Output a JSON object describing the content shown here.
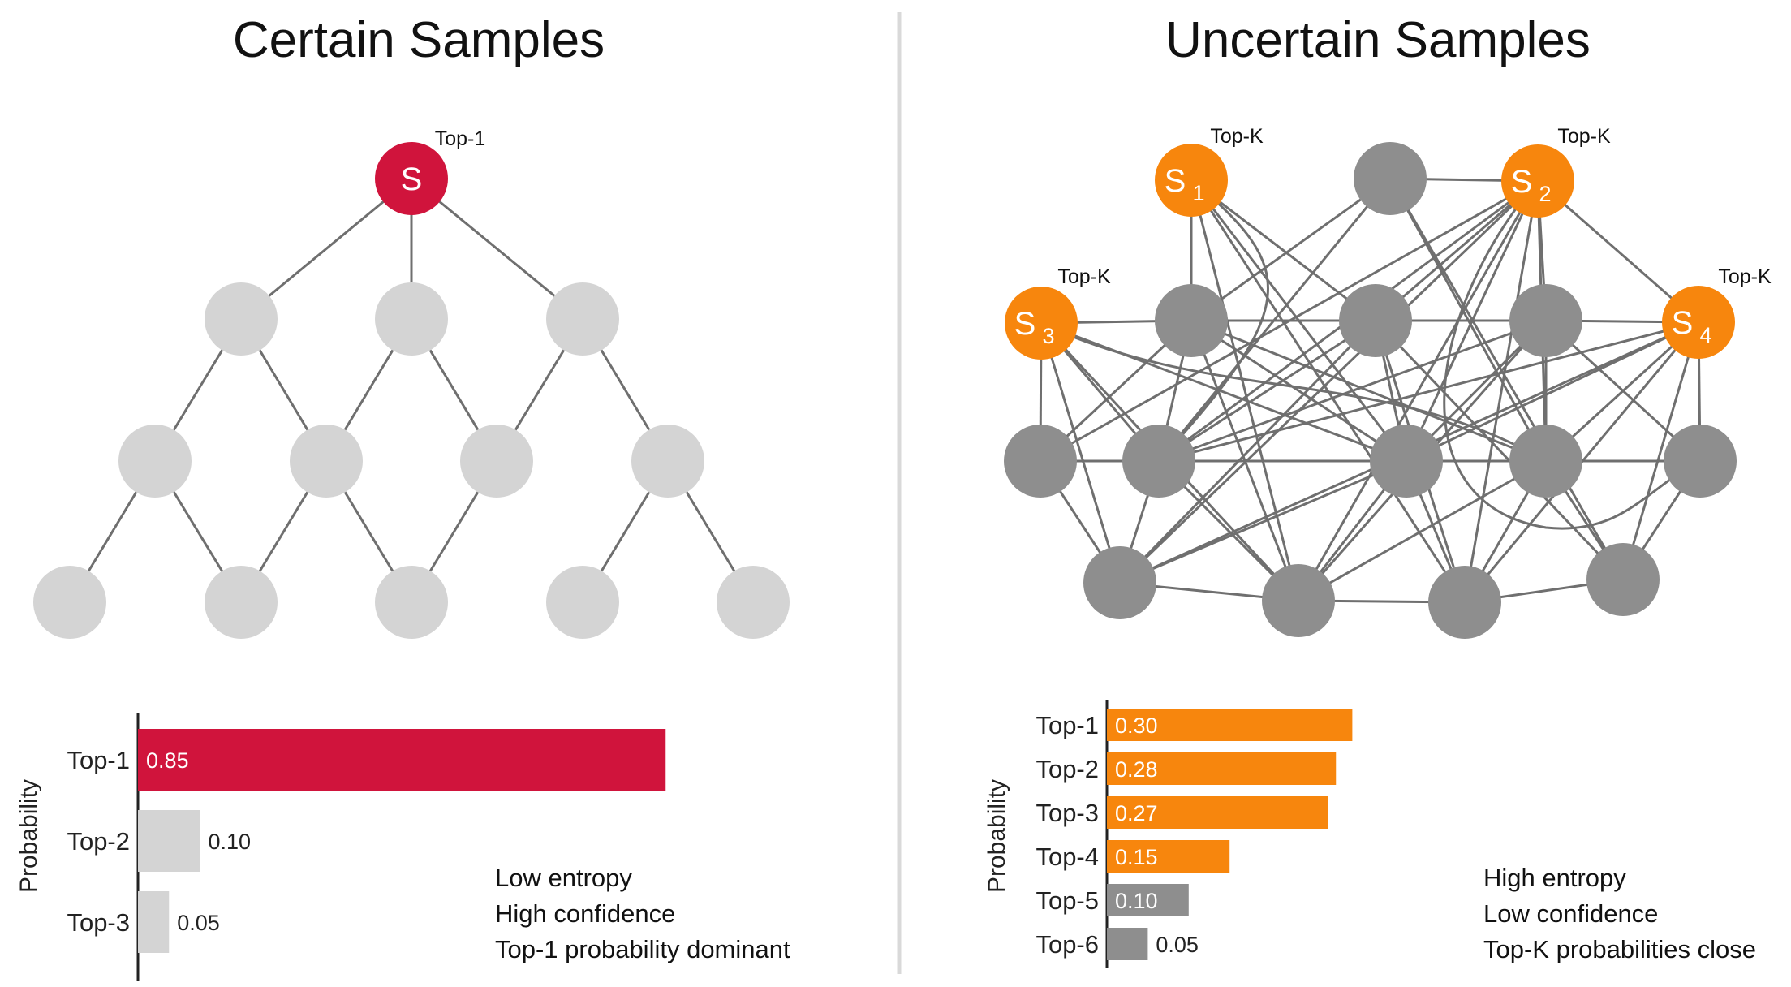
{
  "left": {
    "title": "Certain Samples",
    "top_node": {
      "symbol": "S",
      "tag": "Top-1"
    },
    "chart_data": {
      "type": "bar",
      "orientation": "horizontal",
      "ylabel": "Probability",
      "categories": [
        "Top-1",
        "Top-2",
        "Top-3"
      ],
      "values": [
        0.85,
        0.1,
        0.05
      ],
      "value_labels": [
        "0.85",
        "0.10",
        "0.05"
      ],
      "xlim": [
        0,
        1
      ]
    },
    "notes": [
      "Low entropy",
      "High confidence",
      "Top-1 probability dominant"
    ]
  },
  "right": {
    "title": "Uncertain Samples",
    "candidates": [
      {
        "symbol": "S",
        "sub": "1",
        "tag": "Top-K"
      },
      {
        "symbol": "S",
        "sub": "2",
        "tag": "Top-K"
      },
      {
        "symbol": "S",
        "sub": "3",
        "tag": "Top-K"
      },
      {
        "symbol": "S",
        "sub": "4",
        "tag": "Top-K"
      }
    ],
    "chart_data": {
      "type": "bar",
      "orientation": "horizontal",
      "ylabel": "Probability",
      "categories": [
        "Top-1",
        "Top-2",
        "Top-3",
        "Top-4",
        "Top-5",
        "Top-6"
      ],
      "values": [
        0.3,
        0.28,
        0.27,
        0.15,
        0.1,
        0.05
      ],
      "value_labels": [
        "0.30",
        "0.28",
        "0.27",
        "0.15",
        "0.10",
        "0.05"
      ],
      "xlim": [
        0,
        1
      ]
    },
    "notes": [
      "High entropy",
      "Low confidence",
      "Top-K probabilities close"
    ]
  },
  "colors": {
    "certain_accent": "#d0143c",
    "uncertain_accent": "#f7860d",
    "tree_node": "#d4d4d4",
    "graph_node": "#8e8e8e",
    "edge": "#6f6f6f",
    "divider": "#d9d9d9"
  }
}
